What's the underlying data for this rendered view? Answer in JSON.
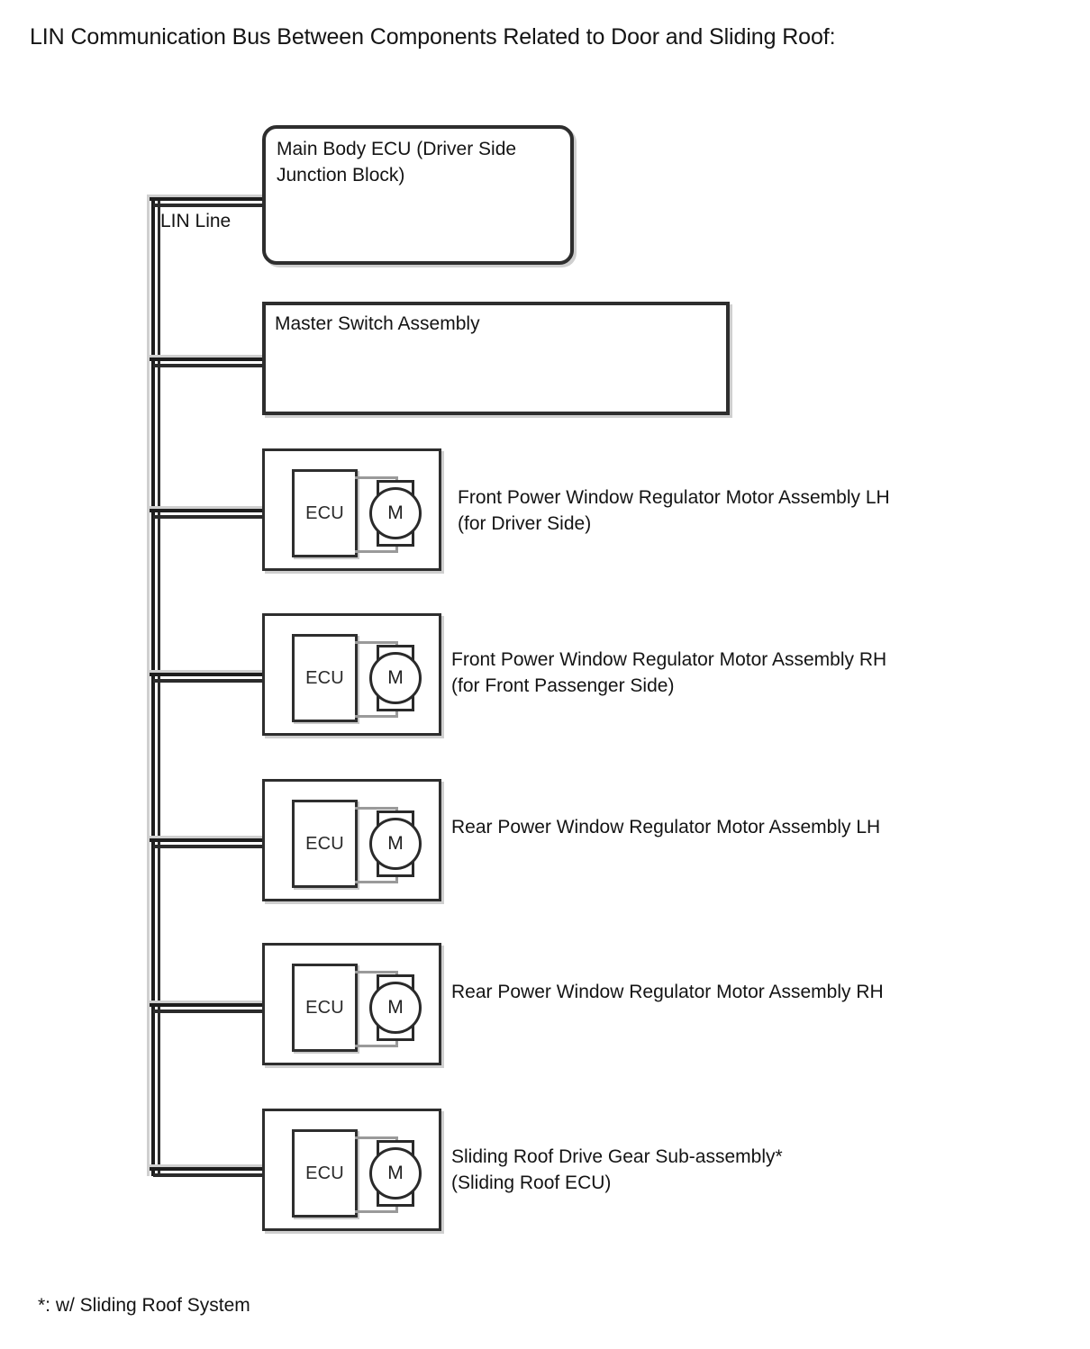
{
  "page": {
    "title": "LIN Communication Bus Between Components Related to Door and Sliding Roof:",
    "footnote": "*: w/ Sliding Roof System",
    "bus_label": "LIN Line"
  },
  "colors": {
    "line": "#1d1d1d",
    "box_border": "#2e2e2e",
    "shadow": "#cfcfcf",
    "wire": "#9a9a9a",
    "text": "#141414",
    "background": "#ffffff"
  },
  "nodes": [
    {
      "id": "main-body-ecu",
      "kind": "plain-box",
      "shape": "rounded",
      "label_line1": "Main Body ECU (Driver Side",
      "label_line2": "Junction Block)"
    },
    {
      "id": "master-switch-assembly",
      "kind": "plain-box",
      "shape": "rectangle",
      "label_line1": "Master Switch Assembly",
      "label_line2": ""
    },
    {
      "id": "front-power-window-motor-lh",
      "kind": "ecu-motor-module",
      "ecu_text": "ECU",
      "motor_text": "M",
      "label_line1": "Front Power Window Regulator Motor Assembly LH",
      "label_line2": "(for Driver Side)"
    },
    {
      "id": "front-power-window-motor-rh",
      "kind": "ecu-motor-module",
      "ecu_text": "ECU",
      "motor_text": "M",
      "label_line1": "Front Power Window Regulator Motor Assembly RH",
      "label_line2": "(for Front Passenger Side)"
    },
    {
      "id": "rear-power-window-motor-lh",
      "kind": "ecu-motor-module",
      "ecu_text": "ECU",
      "motor_text": "M",
      "label_line1": "Rear Power Window Regulator Motor Assembly LH",
      "label_line2": ""
    },
    {
      "id": "rear-power-window-motor-rh",
      "kind": "ecu-motor-module",
      "ecu_text": "ECU",
      "motor_text": "M",
      "label_line1": "Rear Power Window Regulator Motor Assembly RH",
      "label_line2": ""
    },
    {
      "id": "sliding-roof-drive-gear",
      "kind": "ecu-motor-module",
      "ecu_text": "ECU",
      "motor_text": "M",
      "label_line1": "Sliding Roof Drive Gear Sub-assembly*",
      "label_line2": "(Sliding Roof ECU)"
    }
  ]
}
